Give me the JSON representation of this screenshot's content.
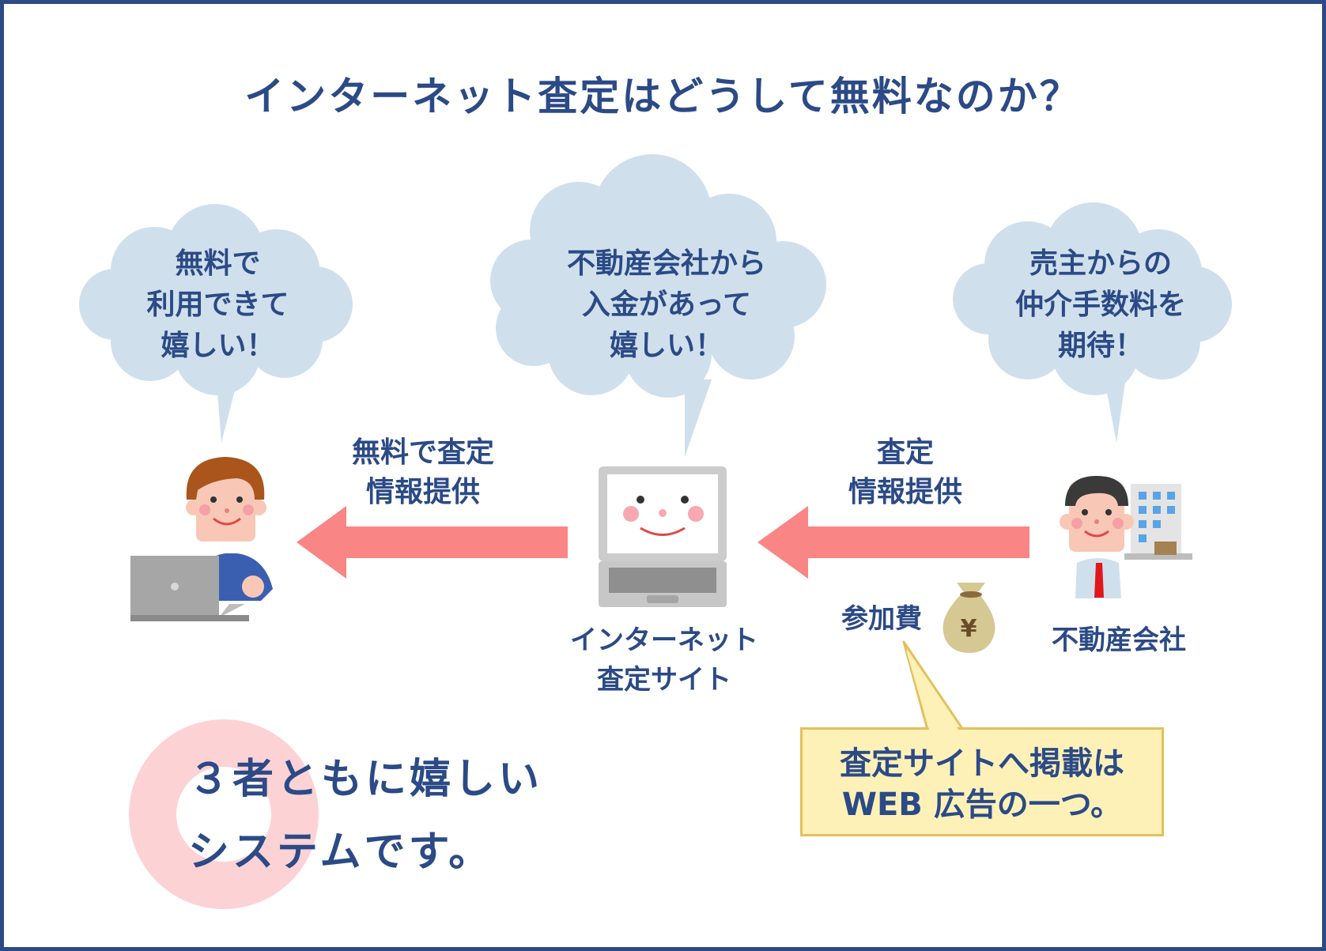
{
  "title": "インターネット査定はどうして無料なのか？",
  "clouds": {
    "user": [
      "無料で",
      "利用できて",
      "嬉しい！"
    ],
    "site": [
      "不動産会社から",
      "入金があって",
      "嬉しい！"
    ],
    "company": [
      "売主からの",
      "仲介手数料を",
      "期待！"
    ]
  },
  "arrows": {
    "left_label": [
      "無料で査定",
      "情報提供"
    ],
    "right_label": [
      "査定",
      "情報提供"
    ]
  },
  "labels": {
    "site": [
      "インターネット",
      "査定サイト"
    ],
    "company": "不動産会社",
    "fee": "参加費",
    "yen_symbol": "¥"
  },
  "ad_note": [
    "査定サイトへ掲載は",
    "WEB 広告の一つ。"
  ],
  "summary": [
    "３者ともに嬉しい",
    "システムです。"
  ],
  "colors": {
    "frame": "#2b4a86",
    "text": "#2b4a86",
    "cloud": "#cfe0ec",
    "arrow": "#f98585",
    "circle": "#fdd2d5",
    "note_bg": "#fdf1b8"
  }
}
